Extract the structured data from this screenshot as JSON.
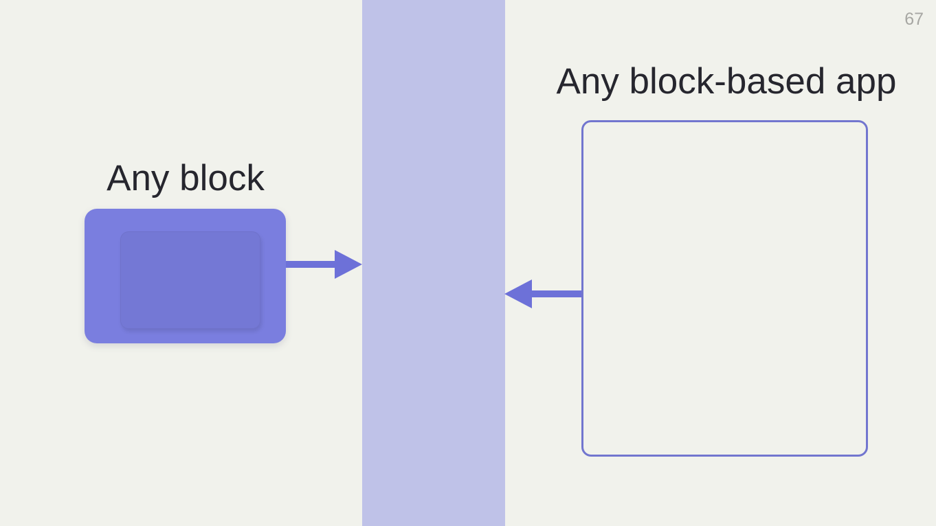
{
  "slide": {
    "page_number": "67",
    "left": {
      "title": "Any block"
    },
    "right": {
      "title": "Any block-based app"
    }
  },
  "colors": {
    "bg": "#F1F2EC",
    "band": "#BFC2E8",
    "block_fill": "#7A7EDF",
    "arrow": "#6D71D8",
    "box_border": "#7276CF",
    "title_text": "#26262E",
    "page_number_color": "#A7A7A3"
  }
}
